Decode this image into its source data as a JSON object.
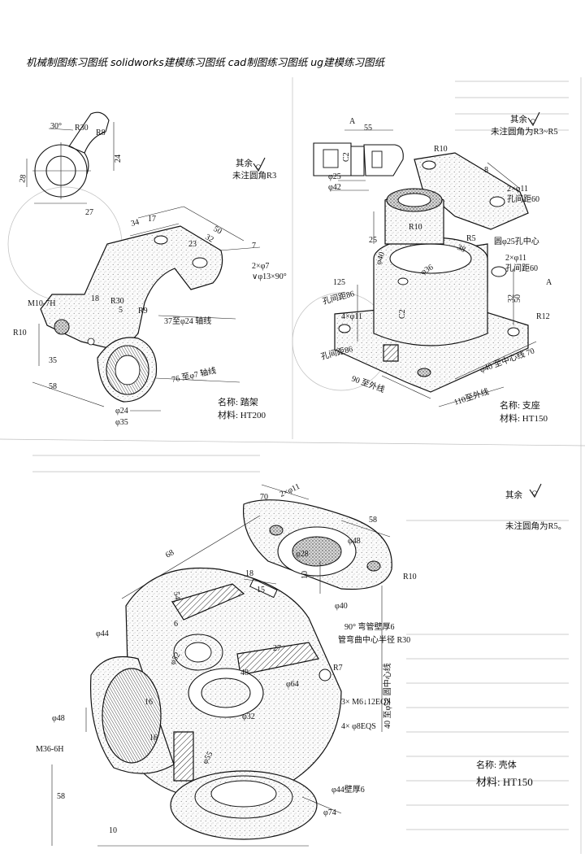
{
  "header": {
    "title": "机械制图练习图纸 solidworks建模练习图纸 cad制图练习图纸 ug建模练习图纸"
  },
  "drawing1": {
    "part_name_label": "名称: 踏架",
    "material_label": "材料: HT200",
    "note_line1": "其余",
    "note_line2": "未注圆角R3",
    "dims": {
      "a30deg": "30°",
      "r30": "R30",
      "r8": "R8",
      "d24": "24",
      "d28": "28",
      "d27": "27",
      "d34": "34",
      "d17": "17",
      "d50": "50",
      "d32": "32",
      "d23": "23",
      "d7": "7",
      "holes": "2×φ7",
      "cbore": "∨φ13×90°",
      "r30b": "R30",
      "r9": "R9",
      "d5": "5",
      "d18": "18",
      "m10": "M10-7H",
      "r10": "R10",
      "d35": "35",
      "d58": "58",
      "bore24": "37至φ24 轴线",
      "bore7": "76 至φ7 轴线",
      "p24": "φ24",
      "p35": "φ35"
    }
  },
  "drawing2": {
    "part_name_label": "名称: 支座",
    "material_label": "材料: HT150",
    "note_line1": "其余",
    "note_line2": "未注圆角为R3~R5",
    "dims": {
      "secA": "A",
      "d55": "55",
      "p25": "φ25",
      "p42": "φ42",
      "c2": "C2",
      "r10": "R10",
      "d8": "8",
      "holes2": "2×φ11",
      "hole_d": "孔间距60",
      "r10b": "R10",
      "d40": "φ40",
      "d25": "25",
      "d38": "38",
      "r5": "R5",
      "p36": "φ36",
      "c2b": "C2",
      "d125": "125",
      "holes4": "4×φ11",
      "holes2b": "2×φ11",
      "hole_d2": "孔间距60",
      "d50": "50",
      "hole_d3": "孔间距86",
      "hole_d4": "孔间距86",
      "d90": "90 至外线",
      "d110": "110至外线",
      "d70": "φ40 至中心线 70",
      "r12": "R12",
      "d32": "32",
      "r25": "圆φ25孔中心",
      "secA2": "A"
    }
  },
  "drawing3": {
    "part_name_label": "名称: 壳体",
    "material_label": "材料: HT150",
    "note_line1": "其余",
    "note_line2": "未注圆角为R5。",
    "dims": {
      "d70": "70",
      "holes": "2×φ11",
      "d58": "58",
      "p48": "φ48",
      "p28": "φ28",
      "d68": "68",
      "r10": "R10",
      "d18": "18",
      "d15": "15",
      "d10": "10",
      "p40": "φ40",
      "d54": "54",
      "d6": "6",
      "p44": "φ44",
      "p52": "φ52",
      "d48": "48",
      "d27": "27",
      "p64": "φ64",
      "r7": "R7",
      "bend": "90° 弯管壁厚6",
      "bend2": "管弯曲中心半径 R30",
      "thread": "3× M6↓12EQS",
      "holes4": "4× φ8EQS",
      "p32": "φ32",
      "p48b": "φ48",
      "m36": "M36-6H",
      "d16": "16",
      "d16b": "16",
      "p55": "φ55",
      "wall": "φ44壁厚6",
      "d58b": "58",
      "d10b": "10",
      "p74": "φ74",
      "d40": "40 至φ52 圆中心线"
    }
  }
}
